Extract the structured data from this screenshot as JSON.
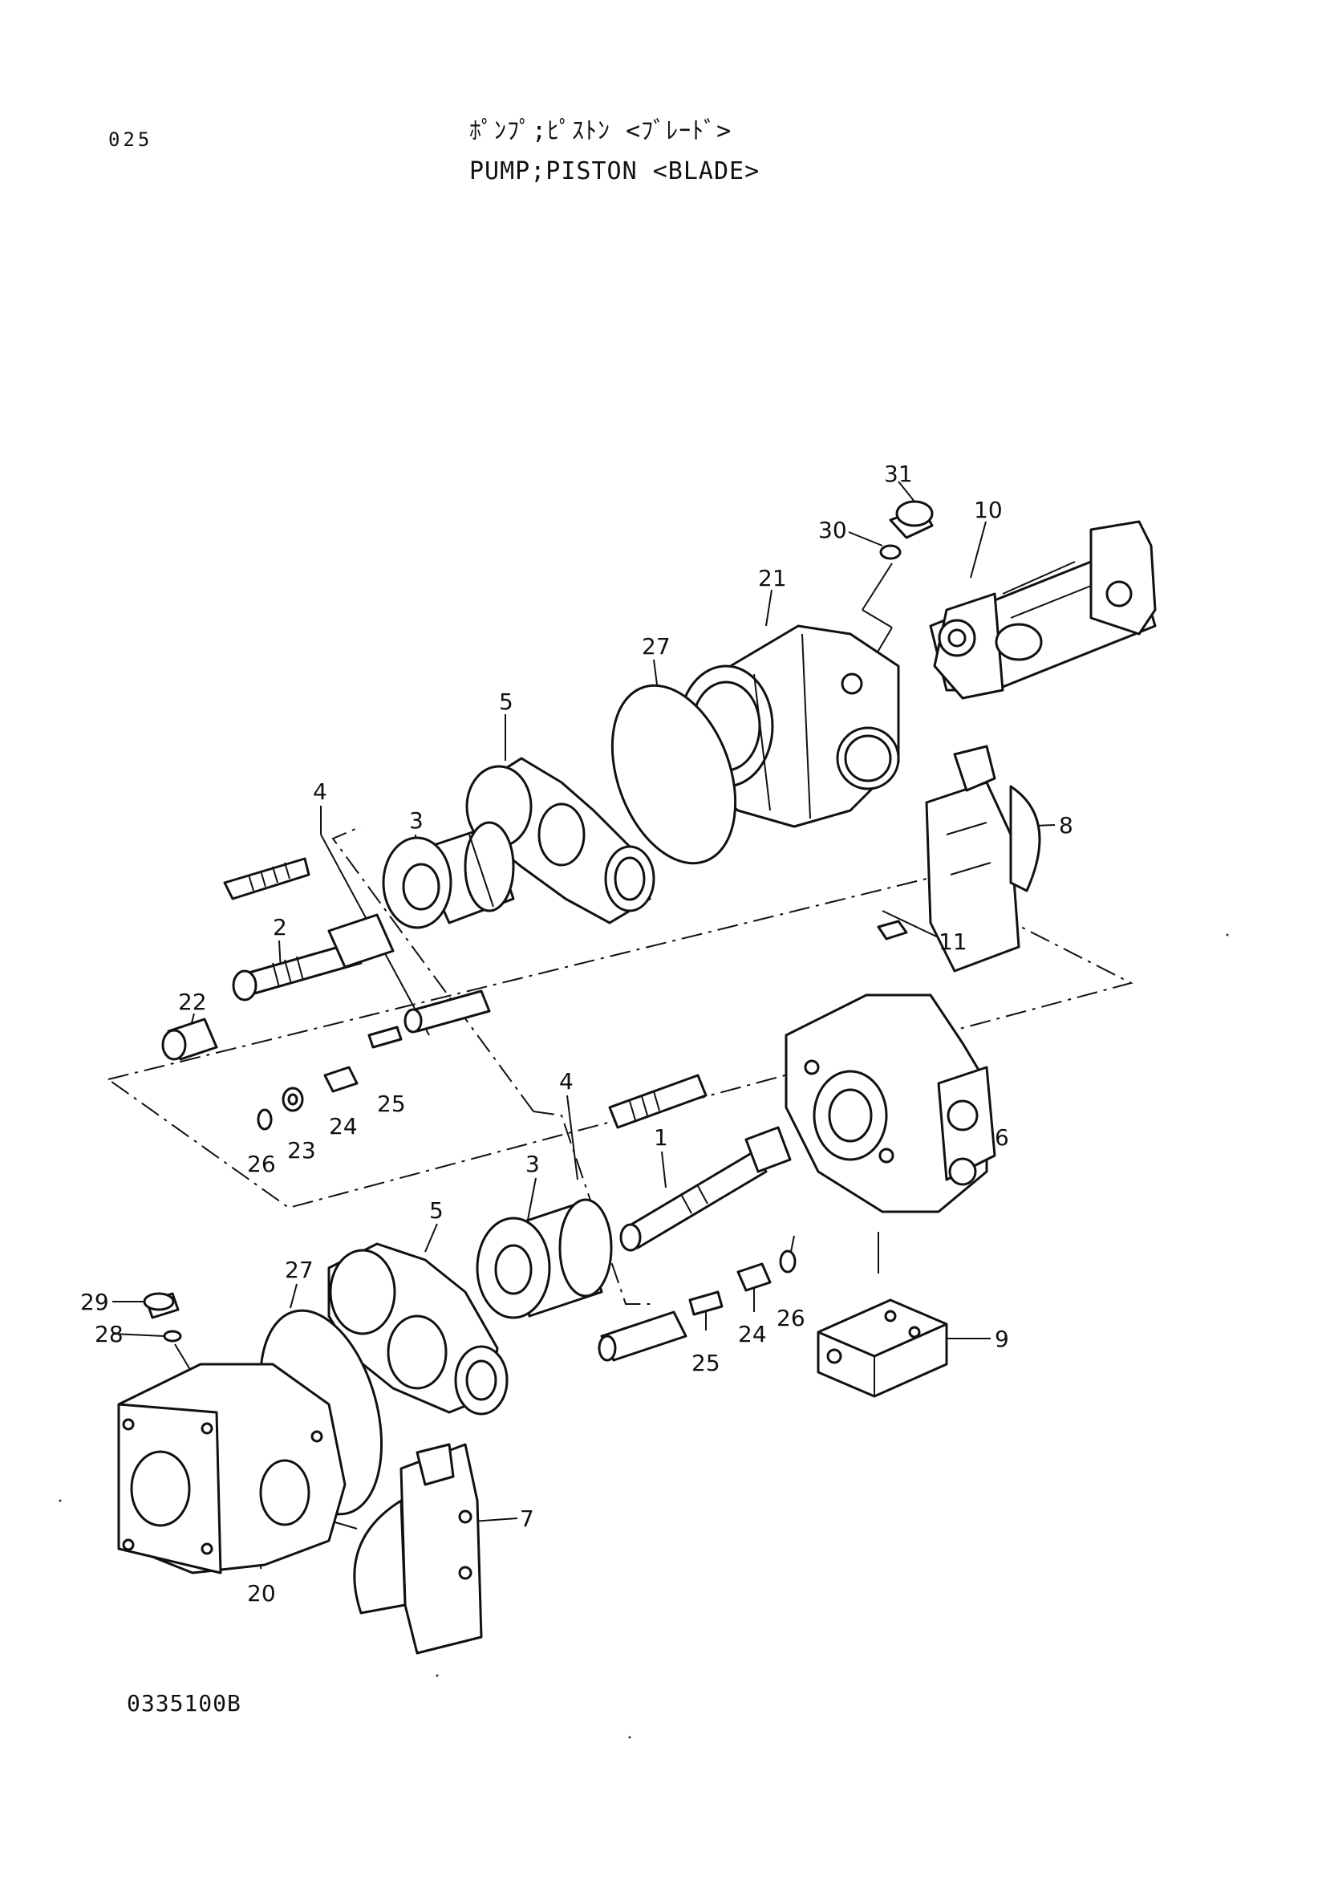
{
  "header": {
    "page_number": "025",
    "title_jp": "ﾎﾟﾝﾌﾟ;ﾋﾟｽﾄﾝ <ﾌﾞﾚｰﾄﾞ>",
    "title_en": "PUMP;PISTON <BLADE>"
  },
  "footer": {
    "drawing_code": "0335100B"
  },
  "callouts": {
    "c31": "31",
    "c30": "30",
    "c10": "10",
    "c21": "21",
    "c27a": "27",
    "c5a": "5",
    "c3a": "3",
    "c4a": "4",
    "c2": "2",
    "c22": "22",
    "c8": "8",
    "c11": "11",
    "c25a": "25",
    "c24a": "24",
    "c23": "23",
    "c26a": "26",
    "c4b": "4",
    "c1": "1",
    "c6": "6",
    "c3b": "3",
    "c5b": "5",
    "c27b": "27",
    "c29": "29",
    "c28": "28",
    "c26b": "26",
    "c24b": "24",
    "c25b": "25",
    "c9": "9",
    "c7": "7",
    "c20": "20"
  }
}
